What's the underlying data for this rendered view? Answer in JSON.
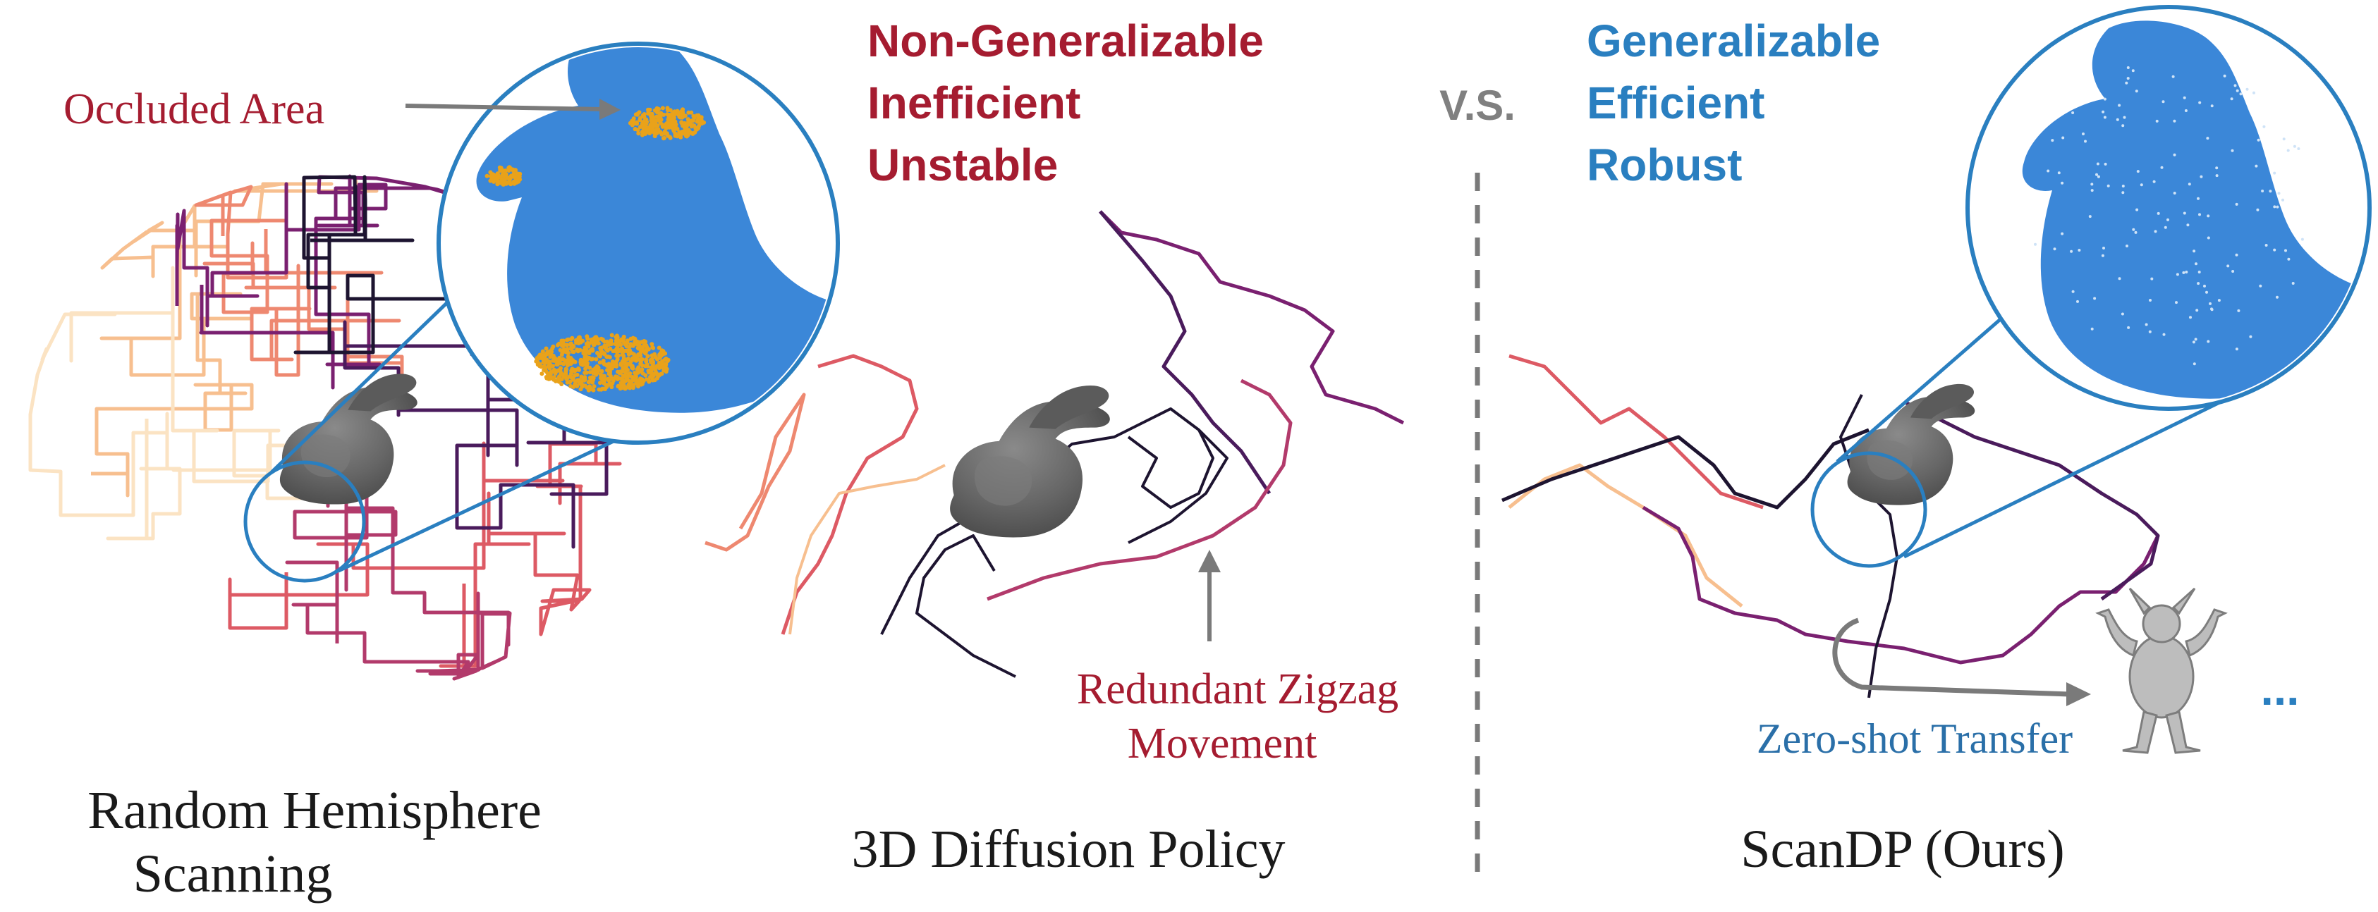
{
  "colors": {
    "dark_red": "#a51c30",
    "blue": "#2a7fc0",
    "fill_blue": "#3b87d8",
    "occluded_orange": "#e9a21a",
    "gray": "#7a7a7a",
    "bunny_gray": "#6d6d6d",
    "text_black": "#1a1a1a",
    "trajectory_palette": [
      "#1d1430",
      "#4a1b5c",
      "#7a2070",
      "#b23a6b",
      "#dd5a64",
      "#ee8870",
      "#f7bf8f",
      "#fbe3c3"
    ]
  },
  "icons": {
    "bunny": "stanford-bunny-icon",
    "armadillo": "armadillo-model-icon",
    "magnifier": "zoom-circle-icon"
  },
  "left_panel": {
    "title_line1": "Random Hemisphere",
    "title_line2": "Scanning",
    "callout": "Occluded Area"
  },
  "middle_panel": {
    "title": "3D Diffusion Policy",
    "traits": [
      "Non-Generalizable",
      "Inefficient",
      "Unstable"
    ],
    "callout_line1": "Redundant Zigzag",
    "callout_line2": "Movement"
  },
  "divider": {
    "label": "V.S."
  },
  "right_panel": {
    "title": "ScanDP (Ours)",
    "traits": [
      "Generalizable",
      "Efficient",
      "Robust"
    ],
    "callout": "Zero-shot Transfer",
    "ellipsis": "..."
  }
}
